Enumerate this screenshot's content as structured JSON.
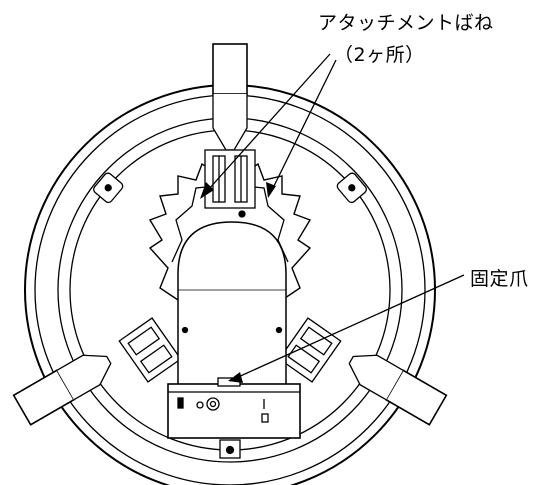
{
  "labels": {
    "attachment_spring": "アタッチメントばね",
    "spring_count": "（2ヶ所）",
    "fixing_claw": "固定爪"
  }
}
